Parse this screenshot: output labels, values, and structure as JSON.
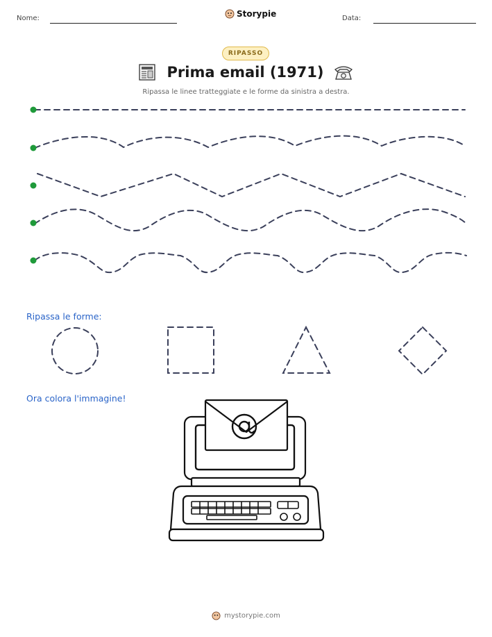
{
  "header": {
    "name_label": "Nome:",
    "date_label": "Data:",
    "brand": "Storypie"
  },
  "badge": "RIPASSO",
  "title": "Prima email (1971)",
  "title_icons": [
    "newspaper-icon",
    "telephone-icon"
  ],
  "subtitle": "Ripassa le linee tratteggiate e le forme da sinistra a destra.",
  "shapes_label": "Ripassa le forme:",
  "shapes": [
    "circle",
    "square",
    "triangle",
    "diamond"
  ],
  "color_label": "Ora colora l'immagine!",
  "footer": "mystorypie.com",
  "colors": {
    "dash": "#3a3f5a",
    "start_dot": "#1f9a3a",
    "accent_blue": "#2a64c8",
    "badge_bg": "#fdf0c2"
  }
}
